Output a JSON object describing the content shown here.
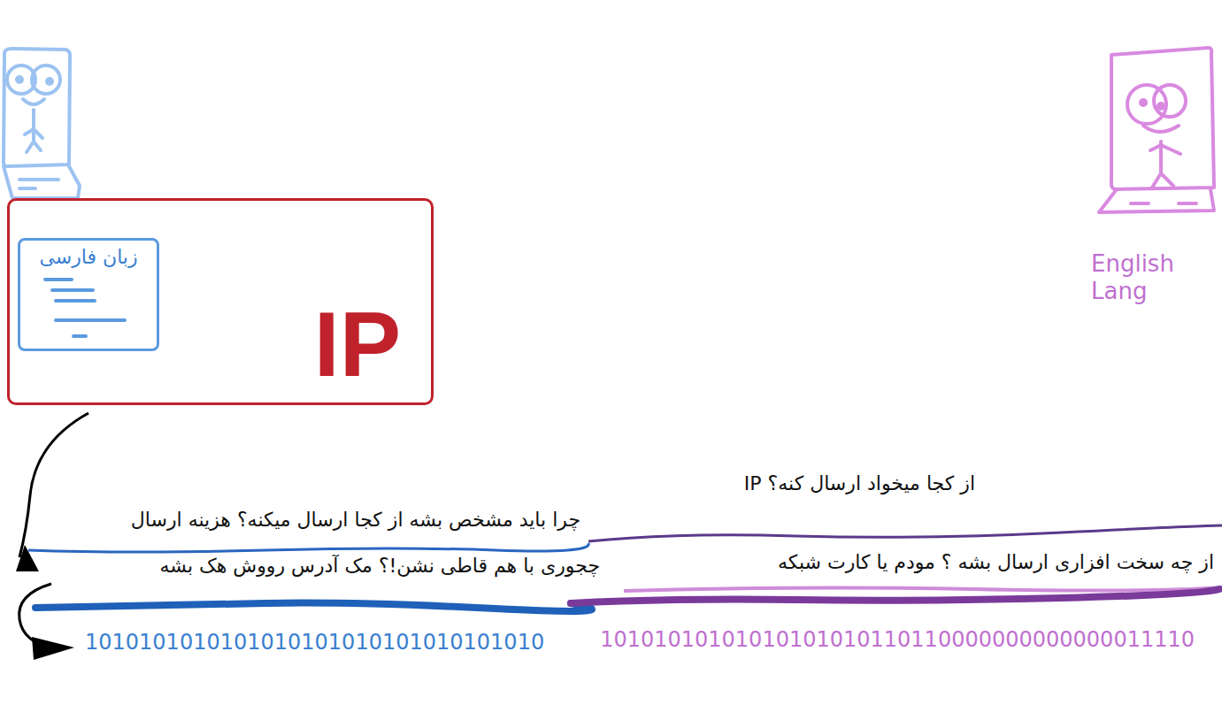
{
  "diagram": {
    "nodes": [
      {
        "text": [
          "IP"
        ]
      },
      {
        "text": [
          "زبان فارسی"
        ],
        "in": 0
      }
    ],
    "labels": [
      "English Lang",
      "از کجا میخواد ارسال کنه؟ IP",
      "چرا باید مشخص بشه از کجا ارسال میکنه؟ هزینه ارسال",
      "چجوری با هم قاطی نشن!؟ مک آدرس رووش هک بشه",
      "از چه سخت افزاری ارسال بشه ؟ مودم یا کارت شبکه",
      "1010101010101010101010101010101010",
      "10101010101010101010110110000000000000011110"
    ]
  }
}
